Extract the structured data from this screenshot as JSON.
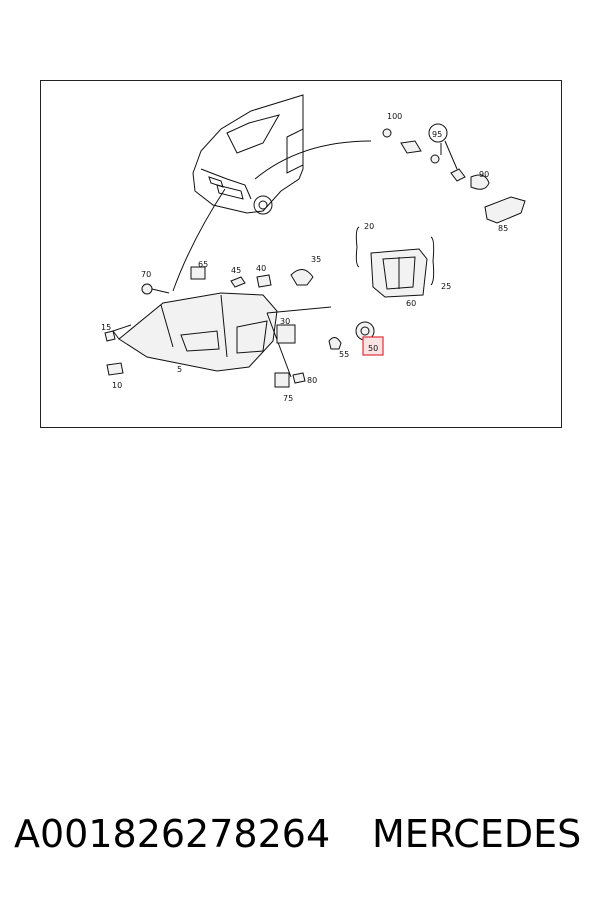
{
  "diagram": {
    "highlight_color": "#e0303a",
    "highlighted_label": "50",
    "labels": {
      "l100": "100",
      "l95": "95",
      "l90": "90",
      "l85": "85",
      "l20": "20",
      "l25": "25",
      "l60": "60",
      "l70": "70",
      "l65": "65",
      "l45": "45",
      "l40": "40",
      "l35": "35",
      "l30": "30",
      "l55": "55",
      "l50": "50",
      "l15": "15",
      "l10": "10",
      "l5": "5",
      "l80": "80",
      "l75": "75"
    }
  },
  "footer": {
    "part_number": "A001826278264",
    "brand": "MERCEDES"
  }
}
